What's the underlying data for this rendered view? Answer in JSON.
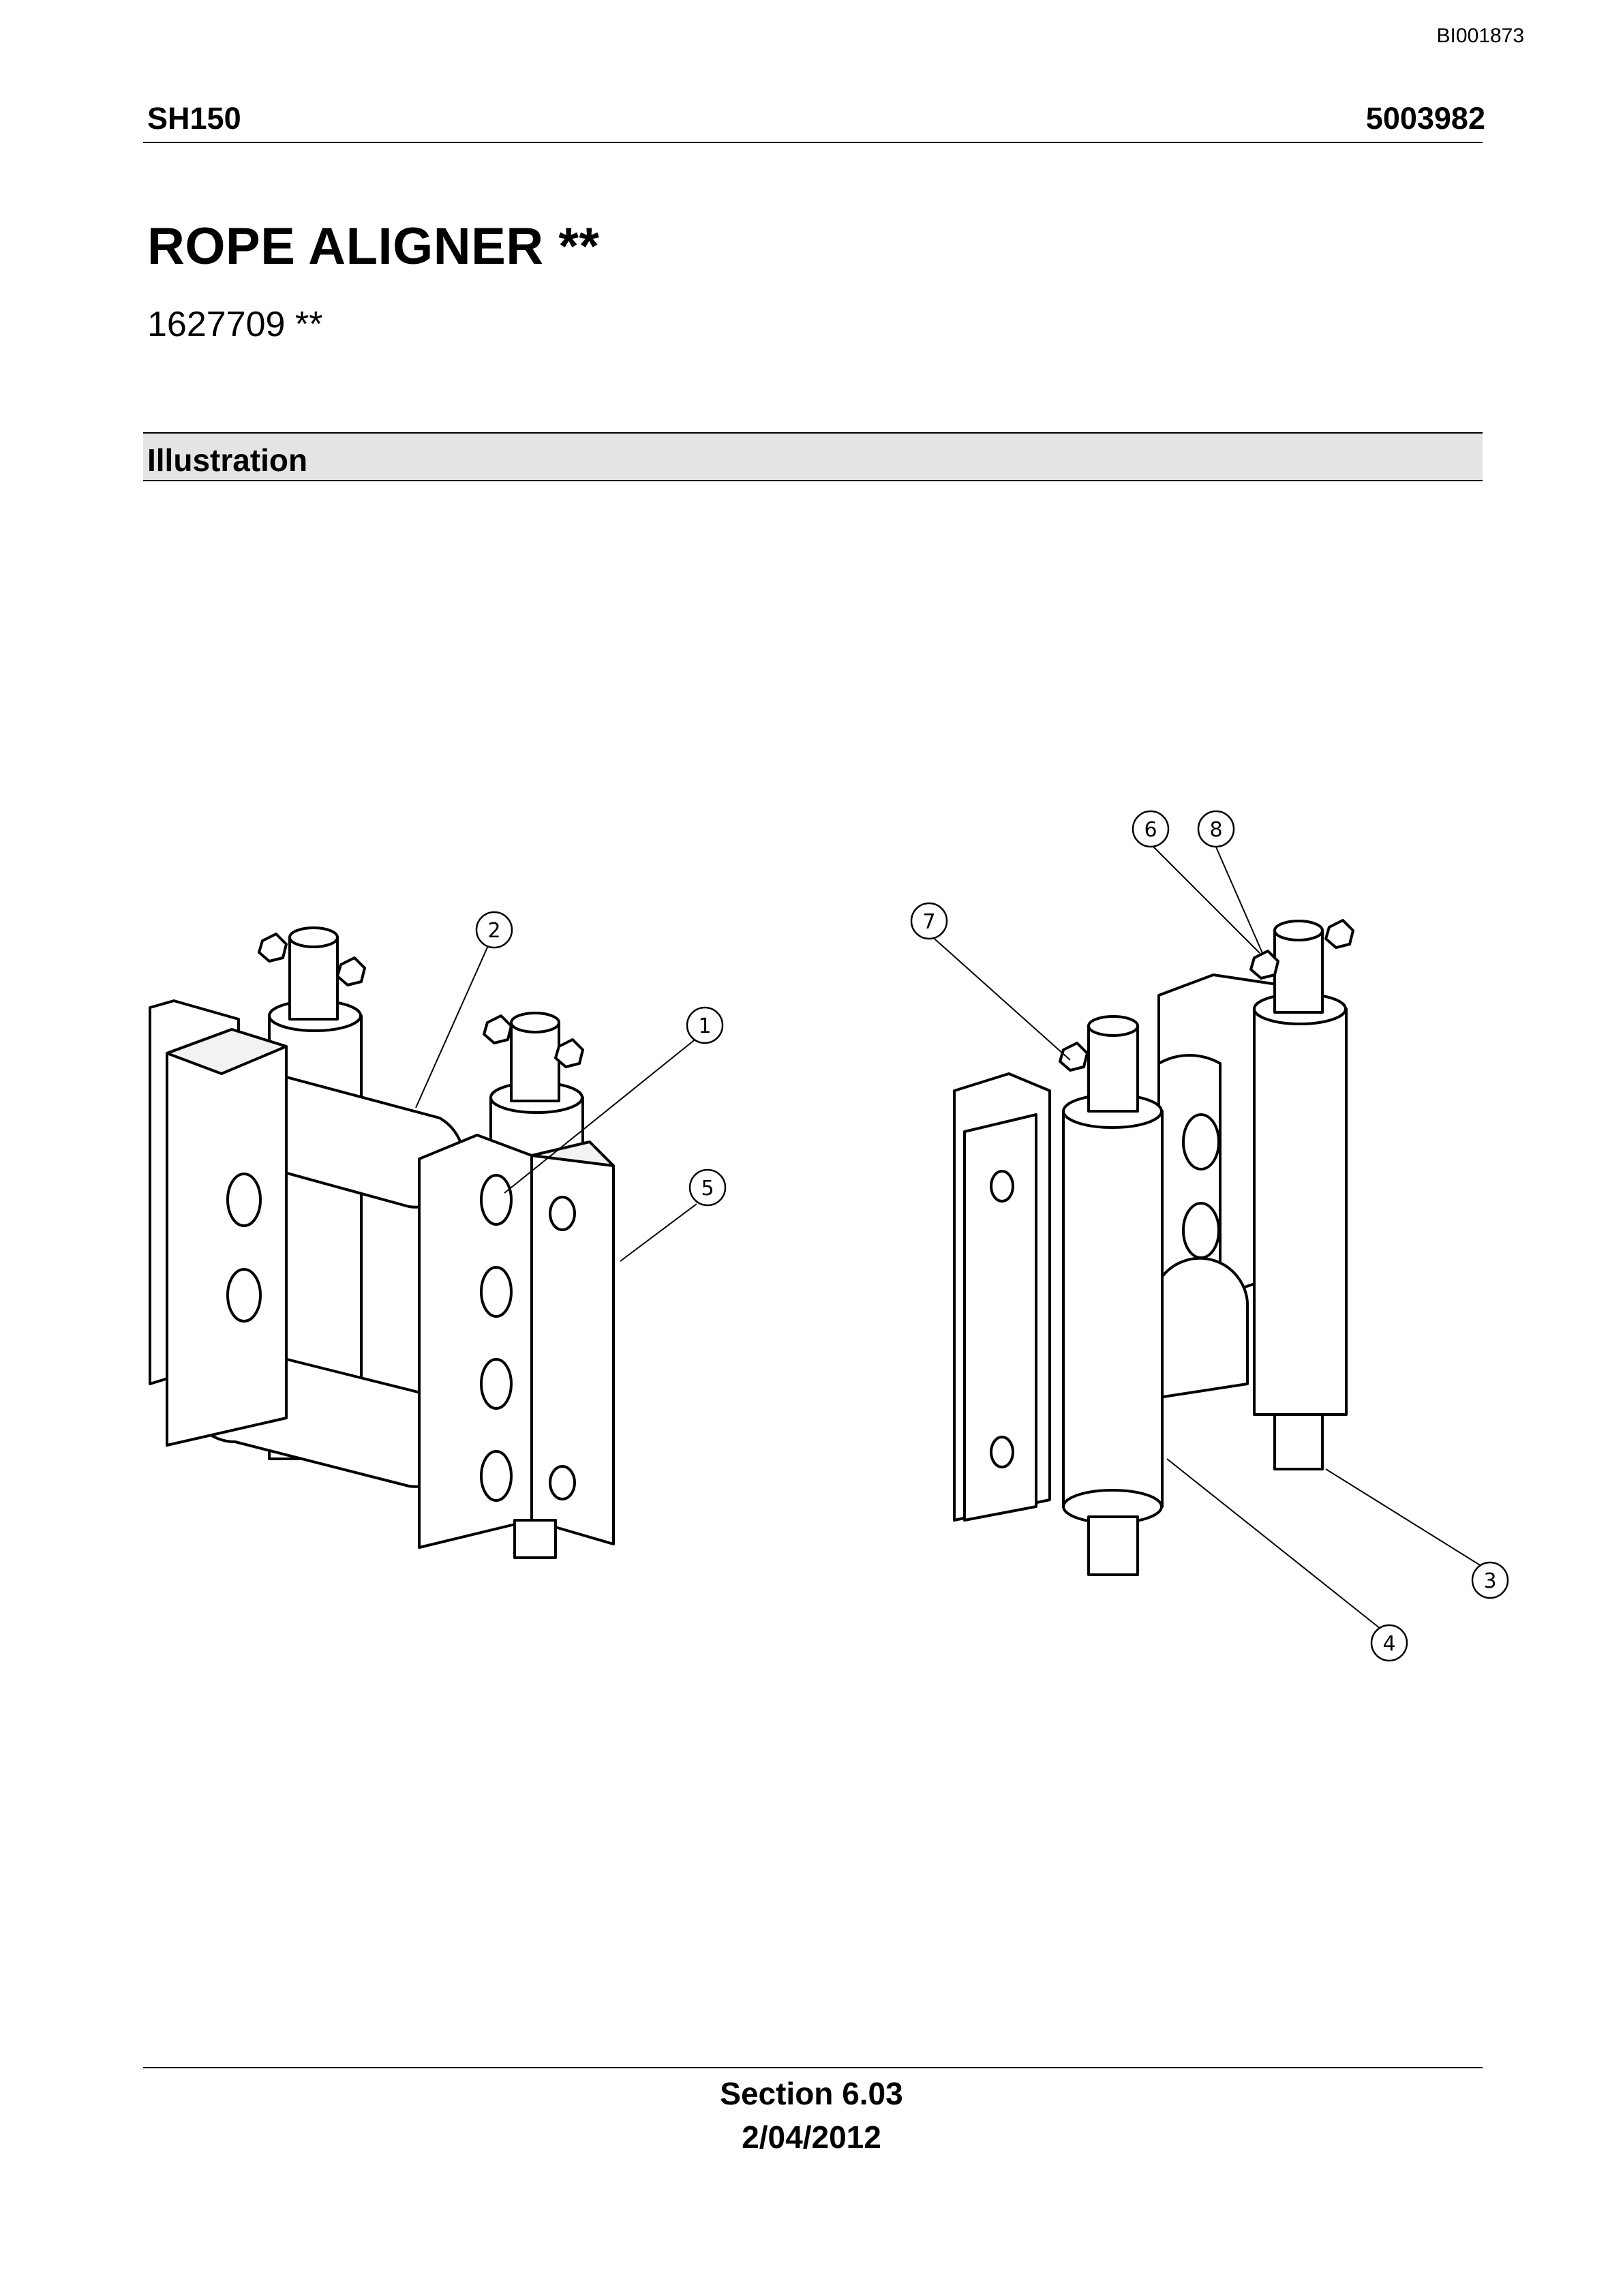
{
  "doc_id": "BI001873",
  "header": {
    "model": "SH150",
    "number": "5003982"
  },
  "title": "ROPE ALIGNER **",
  "part_number": "1627709 **",
  "section_heading": "Illustration",
  "callouts": [
    "1",
    "2",
    "3",
    "4",
    "5",
    "6",
    "7",
    "8"
  ],
  "footer": {
    "section": "Section 6.03",
    "date": "2/04/2012"
  }
}
